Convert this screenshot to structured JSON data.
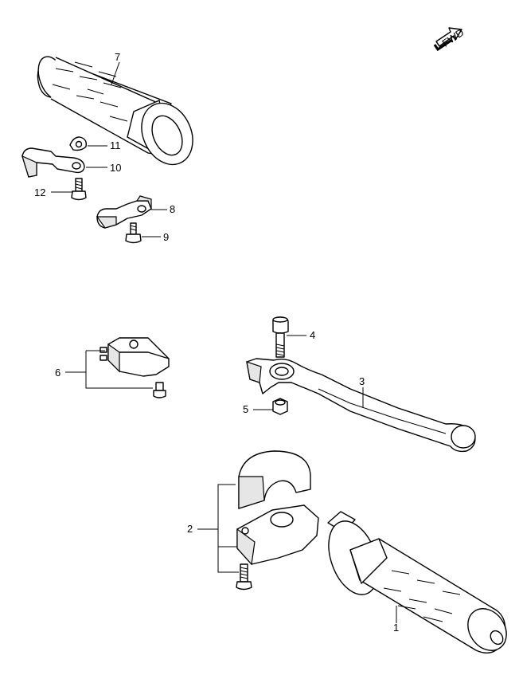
{
  "fwd_badge": "FWD",
  "callouts": [
    {
      "id": "1",
      "text": "1"
    },
    {
      "id": "2",
      "text": "2"
    },
    {
      "id": "3",
      "text": "3"
    },
    {
      "id": "4",
      "text": "4"
    },
    {
      "id": "5",
      "text": "5"
    },
    {
      "id": "6",
      "text": "6"
    },
    {
      "id": "7",
      "text": "7"
    },
    {
      "id": "8",
      "text": "8"
    },
    {
      "id": "9",
      "text": "9"
    },
    {
      "id": "10",
      "text": "10"
    },
    {
      "id": "11",
      "text": "11"
    },
    {
      "id": "12",
      "text": "12"
    }
  ]
}
